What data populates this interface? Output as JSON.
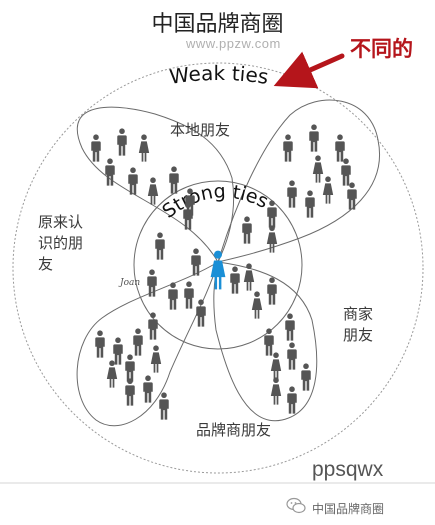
{
  "header": {
    "title": "中国品牌商圈",
    "url": "www.ppzw.com",
    "callout": "不同的"
  },
  "diagram": {
    "weak_ties_label": "Weak ties",
    "strong_ties_label": "Strong ties",
    "person_name": "Joan",
    "groups": {
      "local": "本地朋友",
      "old_lines": [
        "原来认",
        "识的朋",
        "友"
      ],
      "merchant_lines": [
        "商家",
        "朋友"
      ],
      "brand": "品牌商朋友"
    },
    "colors": {
      "callout_red": "#b5151b",
      "center_person": "#1a8fd6",
      "person": "#555555",
      "lines": "#6b6b6b"
    }
  },
  "footer": {
    "watermark": "ppsqwx",
    "account": "中国品牌商圈"
  }
}
